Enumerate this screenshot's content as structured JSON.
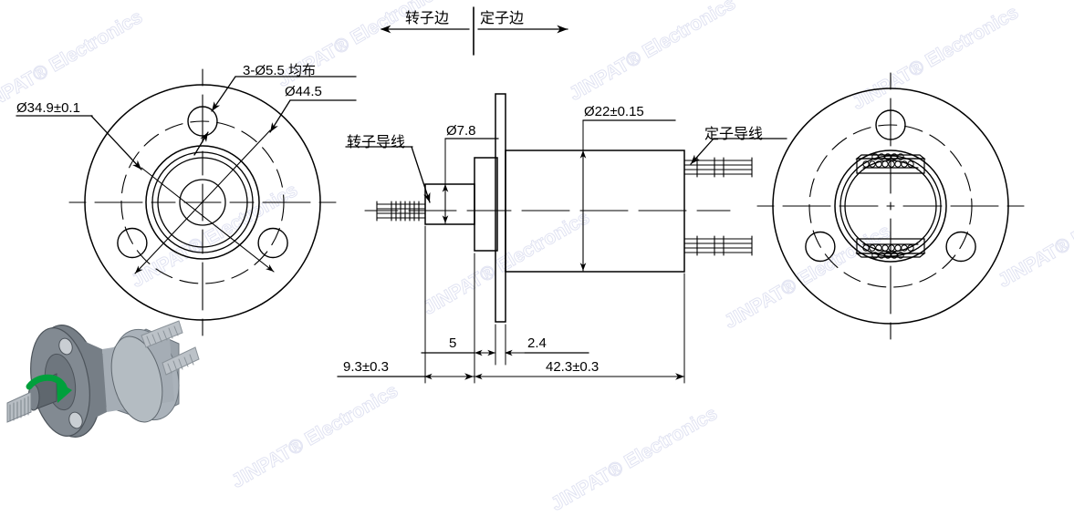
{
  "drawing": {
    "title": "Slip ring technical drawing",
    "watermark_text": "JINPAT® Electronics",
    "header": {
      "rotor_side": "转子边",
      "stator_side": "定子边",
      "divider": "|"
    },
    "left_view": {
      "name": "front-flange-view",
      "labels": {
        "bore_dia": "Ø34.9±0.1",
        "holes": "3-Ø5.5  均布",
        "bolt_circle": "Ø44.5"
      }
    },
    "section_view": {
      "name": "side-section-view",
      "labels": {
        "rotor_lead": "转子导线",
        "shaft_dia": "Ø7.8",
        "body_dia": "Ø22±0.15",
        "stator_lead": "定子导线"
      },
      "dimensions": {
        "rotor_length": "9.3±0.3",
        "step_length": "5",
        "flange_thickness": "2.4",
        "body_length": "42.3±0.3"
      }
    },
    "right_view": {
      "name": "rear-flange-view"
    },
    "render_3d": {
      "name": "isometric-product-render",
      "rotation_arrow_color": "#00a03c",
      "body_color": "#8c949c"
    },
    "colors": {
      "line": "#000000",
      "watermark": "#c9cde8",
      "background": "#ffffff"
    }
  }
}
